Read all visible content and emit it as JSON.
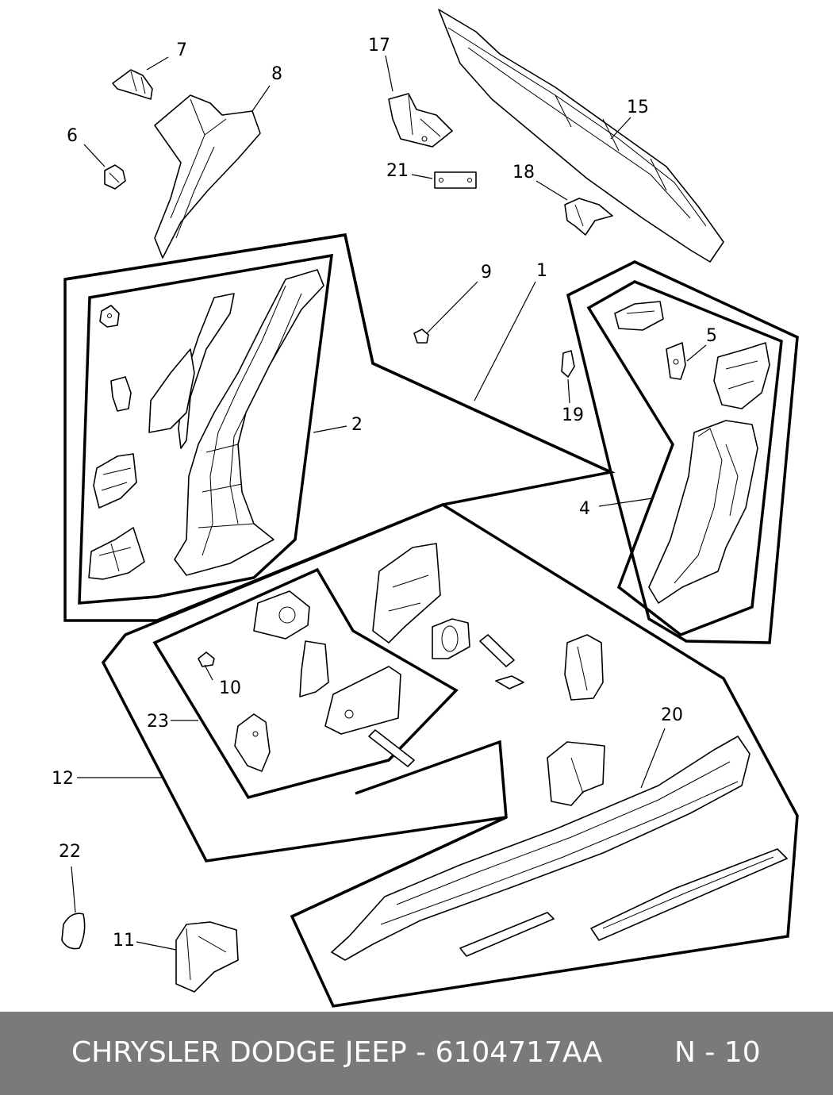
{
  "diagram": {
    "callouts": {
      "c1": "1",
      "c2": "2",
      "c4": "4",
      "c5": "5",
      "c6": "6",
      "c7": "7",
      "c8": "8",
      "c9": "9",
      "c10": "10",
      "c11": "11",
      "c12": "12",
      "c15": "15",
      "c17": "17",
      "c18": "18",
      "c19": "19",
      "c20": "20",
      "c21": "21",
      "c22": "22",
      "c23": "23"
    }
  },
  "footer": {
    "brand_and_part": "CHRYSLER DODGE JEEP - 6104717AA",
    "page_ref": "N - 10"
  }
}
